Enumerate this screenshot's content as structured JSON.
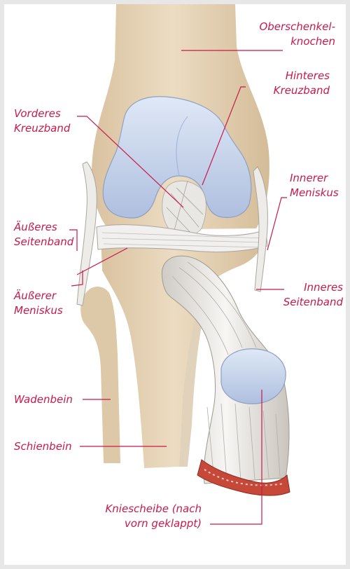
{
  "labels": {
    "oberschenkel_1": "Oberschenkel-",
    "oberschenkel_2": "knochen",
    "hinteres_1": "Hinteres",
    "hinteres_2": "Kreuzband",
    "vorderes_1": "Vorderes",
    "vorderes_2": "Kreuzband",
    "innerer_1": "Innerer",
    "innerer_2": "Meniskus",
    "aeusseres_1": "Äußeres",
    "aeusseres_2": "Seitenband",
    "aeusserer_1": "Äußerer",
    "aeusserer_2": "Meniskus",
    "inneres_1": "Inneres",
    "inneres_2": "Seitenband",
    "wadenbein": "Wadenbein",
    "schienbein": "Schienbein",
    "kniescheibe_1": "Kniescheibe (nach",
    "kniescheibe_2": "vorn geklappt)"
  },
  "colors": {
    "label": "#c8194b",
    "bone": "#e6d3b6",
    "cartilage": "#c4d3ec",
    "ligament": "#f1f0ee",
    "background": "#e7e7e8"
  }
}
